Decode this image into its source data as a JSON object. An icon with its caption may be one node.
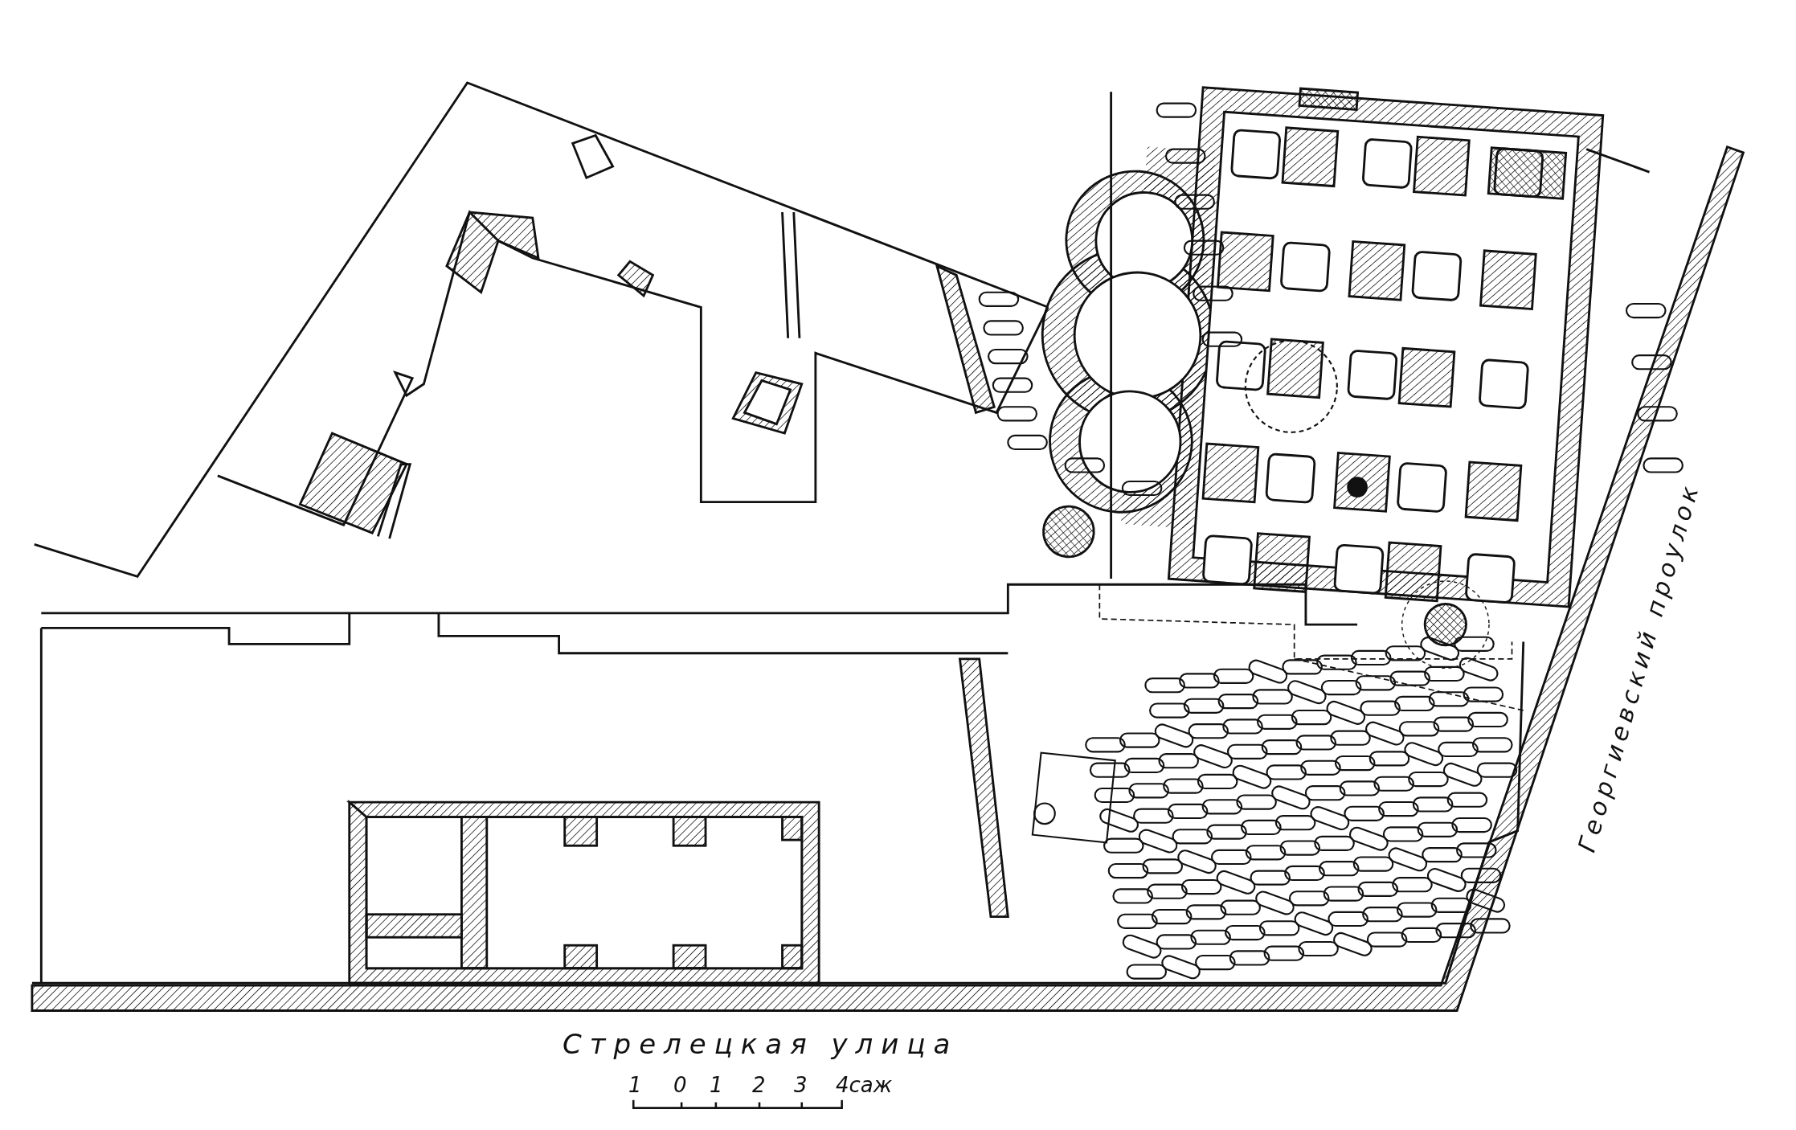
{
  "diagram": {
    "labels": [
      "Стрелецкая улица",
      "Георгиевский проулок",
      "1",
      "0",
      "1",
      "2",
      "3",
      "4саж"
    ]
  }
}
